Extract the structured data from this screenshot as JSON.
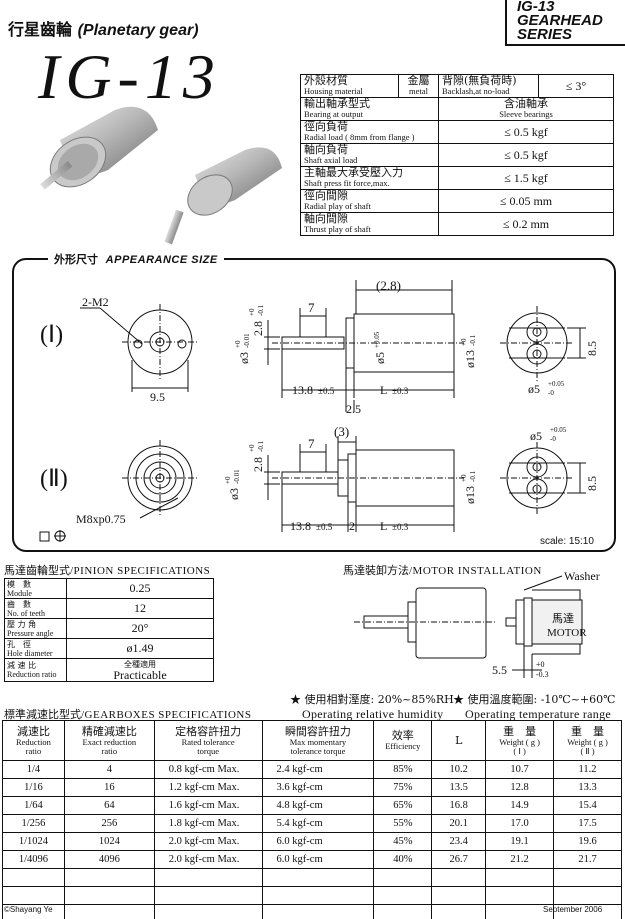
{
  "header": {
    "title_zh": "行星齒輪",
    "title_en": "(Planetary gear)",
    "series_lines": [
      "IG-13",
      "GEARHEAD",
      "SERIES"
    ],
    "model": "IG-13"
  },
  "spec_table": {
    "housing": {
      "zh": "外殼材質",
      "en": "Housing material",
      "value_zh": "金屬",
      "value_en": "metal"
    },
    "backlash": {
      "zh": "背隙(無負荷時)",
      "en": "Backlash,at no-load",
      "value": "≤ 3°"
    },
    "rows": [
      {
        "zh": "輸出軸承型式",
        "en": "Bearing at output",
        "value_zh": "含油軸承",
        "value_en": "Sleeve bearings"
      },
      {
        "zh": "徑向負荷",
        "en": "Radial load ( 8mm  from flange )",
        "value": "≤ 0.5  kgf"
      },
      {
        "zh": "軸向負荷",
        "en": "Shaft  axial load",
        "value": "≤ 0.5  kgf"
      },
      {
        "zh": "主軸最大承受壓入力",
        "en": "Shaft press fit force,max.",
        "value": "≤ 1.5  kgf"
      },
      {
        "zh": "徑向間隙",
        "en": "Radial play of shaft",
        "value": "≤ 0.05  mm"
      },
      {
        "zh": "軸向間隙",
        "en": "Thrust play of shaft",
        "value": "≤ 0.2  mm"
      }
    ]
  },
  "appearance": {
    "label_zh": "外形尺寸",
    "label_en": "APPEARANCE SIZE",
    "view1": {
      "marker": "(Ⅰ)",
      "hole_callout": "2-M2",
      "face_width": "9.5",
      "flange_dia": "ø3",
      "flange_tol_top": "+0",
      "flange_tol_bot": "-0.01",
      "flat": "2.8",
      "flat_tol_top": "+0",
      "flat_tol_bot": "-0.1",
      "shaft_len": "7",
      "pilot_len": "(2.8)",
      "boss_dia": "ø5",
      "boss_tol": "+0.05",
      "body_dia": "ø13",
      "body_tol_top": "+0",
      "body_tol_bot": "-0.1",
      "len_a": "13.8",
      "len_a_tol": "±0.5",
      "len_l": "L",
      "len_l_tol": "±0.3",
      "thickness": "2.5",
      "end_height": "8.5",
      "end_bore": "ø5",
      "end_bore_tol_top": "+0.05",
      "end_bore_tol_bot": "-0"
    },
    "view2": {
      "marker": "(Ⅱ)",
      "thread_callout": "M8xp0.75",
      "flange_dia": "ø3",
      "flange_tol_top": "+0",
      "flange_tol_bot": "-0.01",
      "flat": "2.8",
      "flat_tol_top": "+0",
      "flat_tol_bot": "-0.1",
      "shaft_len": "7",
      "pilot_len": "(3)",
      "body_dia": "ø13",
      "body_tol_top": "+0",
      "body_tol_bot": "-0.1",
      "len_a": "13.8",
      "len_a_tol": "±0.5",
      "len_b": "2",
      "len_l": "L",
      "len_l_tol": "±0.3",
      "end_height": "8.5",
      "end_bore": "ø5",
      "end_bore_tol_top": "+0.05",
      "end_bore_tol_bot": "-0"
    },
    "scale": "scale:  15:10"
  },
  "pinion": {
    "title_zh": "馬達齒輪型式",
    "title_en": "/PINION SPECIFICATIONS",
    "rows": [
      {
        "zh": "模　數",
        "en": "Module",
        "value": "0.25"
      },
      {
        "zh": "齒　數",
        "en": "No. of teeth",
        "value": "12"
      },
      {
        "zh": "壓 力 角",
        "en": "Pressure angle",
        "value": "20°"
      },
      {
        "zh": "孔　徑",
        "en": "Hole diameter",
        "value": "ø1.49"
      },
      {
        "zh": "減 速 比",
        "en": "Reduction ratio",
        "value_zh": "全種適用",
        "value": "Practicable"
      }
    ]
  },
  "motor_install": {
    "title_zh": "馬達裝卸方法",
    "title_en": "/MOTOR  INSTALLATION",
    "washer": "Washer",
    "motor_zh": "馬達",
    "motor_en": "MOTOR",
    "depth": "5.5",
    "depth_tol_top": "+0",
    "depth_tol_bot": "-0.3"
  },
  "conditions": {
    "humidity_zh": "★ 使用相對溼度: 20%~85%RH",
    "humidity_en": "Operating  relative  humidity",
    "temperature_zh": "★ 使用溫度範圍: -10℃~+60℃",
    "temperature_en": "Operating  temperature  range"
  },
  "gearboxes": {
    "title_zh": "標準減速比型式",
    "title_en": "/GEARBOXES  SPECIFICATIONS",
    "headers": [
      {
        "zh": "減速比",
        "en1": "Reduction",
        "en2": "ratio"
      },
      {
        "zh": "精確減速比",
        "en1": "Exact reduction",
        "en2": "ratio"
      },
      {
        "zh": "定格容許扭力",
        "en1": "Rated tolerance",
        "en2": "torque"
      },
      {
        "zh": "瞬間容許扭力",
        "en1": "Max momentary",
        "en2": "tolerance torque"
      },
      {
        "zh": "效率",
        "en1": "Efficiency",
        "en2": ""
      },
      {
        "zh": "L",
        "en1": "",
        "en2": ""
      },
      {
        "zh": "重　量",
        "en1": "Weight ( g )",
        "en2": "( Ⅰ )"
      },
      {
        "zh": "重　量",
        "en1": "Weight ( g )",
        "en2": "( Ⅱ )"
      }
    ],
    "rows": [
      [
        "1/4",
        "4",
        "0.8  kgf-cm  Max.",
        "2.4  kgf-cm",
        "85%",
        "10.2",
        "10.7",
        "11.2"
      ],
      [
        "1/16",
        "16",
        "1.2  kgf-cm  Max.",
        "3.6  kgf-cm",
        "75%",
        "13.5",
        "12.8",
        "13.3"
      ],
      [
        "1/64",
        "64",
        "1.6  kgf-cm  Max.",
        "4.8  kgf-cm",
        "65%",
        "16.8",
        "14.9",
        "15.4"
      ],
      [
        "1/256",
        "256",
        "1.8  kgf-cm  Max.",
        "5.4  kgf-cm",
        "55%",
        "20.1",
        "17.0",
        "17.5"
      ],
      [
        "1/1024",
        "1024",
        "2.0  kgf-cm  Max.",
        "6.0  kgf-cm",
        "45%",
        "23.4",
        "19.1",
        "19.6"
      ],
      [
        "1/4096",
        "4096",
        "2.0  kgf-cm  Max.",
        "6.0  kgf-cm",
        "40%",
        "26.7",
        "21.2",
        "21.7"
      ],
      [
        "",
        "",
        "",
        "",
        "",
        "",
        "",
        ""
      ],
      [
        "",
        "",
        "",
        "",
        "",
        "",
        "",
        ""
      ],
      [
        "",
        "",
        "",
        "",
        "",
        "",
        "",
        ""
      ]
    ]
  },
  "footer": {
    "left": "©Shayang Ye",
    "right": "September  2006"
  }
}
